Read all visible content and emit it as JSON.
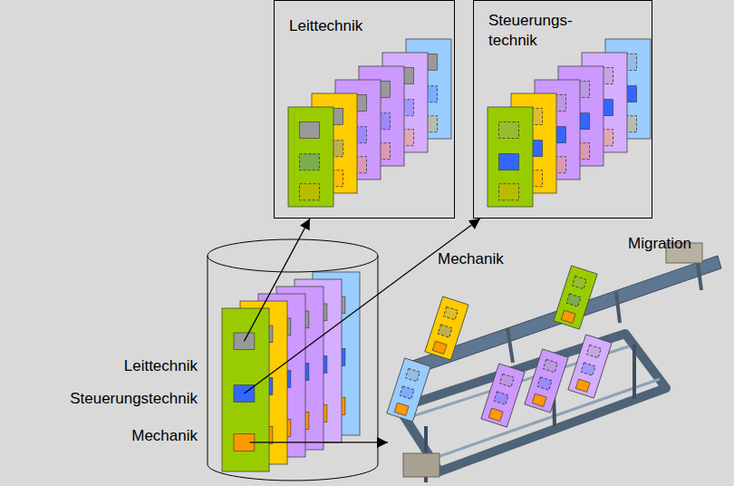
{
  "diagram": {
    "nodes": [
      {
        "text": [
          "Leittechnik"
        ]
      },
      {
        "text": [
          "Steuerungs- technik"
        ]
      },
      {
        "text": [
          "Leittechnik",
          "Steuerungstechnik",
          "Mechanik"
        ]
      },
      {
        "text": [
          "Mechanik"
        ]
      }
    ],
    "edges": [
      {
        "from": 2,
        "to": 0,
        "arrow": "to"
      },
      {
        "from": 2,
        "to": 1,
        "arrow": "to"
      },
      {
        "from": 2,
        "to": 3,
        "arrow": "to"
      }
    ],
    "labels": [
      "Migration"
    ]
  }
}
